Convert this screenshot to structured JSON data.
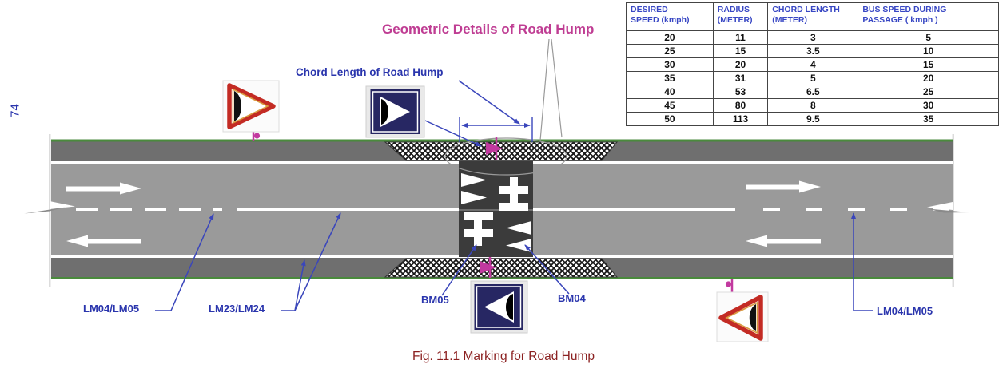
{
  "page_number": "74",
  "title": "Geometric Details of Road Hump",
  "caption": "Fig. 11.1  Marking for Road Hump",
  "labels": {
    "chord_length": "Chord Length of Road Hump",
    "lm04_left": "LM04/LM05",
    "lm23": "LM23/LM24",
    "bm05": "BM05",
    "bm04": "BM04",
    "lm04_right": "LM04/LM05"
  },
  "table": {
    "headers": [
      {
        "line1": "DESIRED",
        "line2": "SPEED (kmph)"
      },
      {
        "line1": "RADIUS",
        "line2": "(METER)"
      },
      {
        "line1": "CHORD LENGTH",
        "line2": "(METER)"
      },
      {
        "line1": "BUS SPEED DURING",
        "line2": "PASSAGE ( kmph )"
      }
    ],
    "rows": [
      [
        "20",
        "11",
        "3",
        "5"
      ],
      [
        "25",
        "15",
        "3.5",
        "10"
      ],
      [
        "30",
        "20",
        "4",
        "15"
      ],
      [
        "35",
        "31",
        "5",
        "20"
      ],
      [
        "40",
        "53",
        "6.5",
        "25"
      ],
      [
        "45",
        "80",
        "8",
        "30"
      ],
      [
        "50",
        "113",
        "9.5",
        "35"
      ]
    ]
  },
  "icons": {
    "hump_warning_sign": "red triangle with black hump glyph",
    "hump_chevron_sign": "navy square with white arrow and black crescent",
    "survey_marker": "magenta flag marker",
    "lane_arrow": "white block arrow"
  },
  "colors": {
    "label_blue": "#2a35ad",
    "leader_blue": "#3a46bb",
    "title_magenta": "#bf3d93",
    "marker_magenta": "#c2399f",
    "caption_maroon": "#8b2121",
    "carriageway_gray": "#9a9a9a",
    "shoulder_gray": "#6f6f6f",
    "hump_dark": "#3b3b3b",
    "edge_green": "#4a8a3c",
    "sign_navy": "#272763",
    "sign_red": "#c32b24"
  }
}
